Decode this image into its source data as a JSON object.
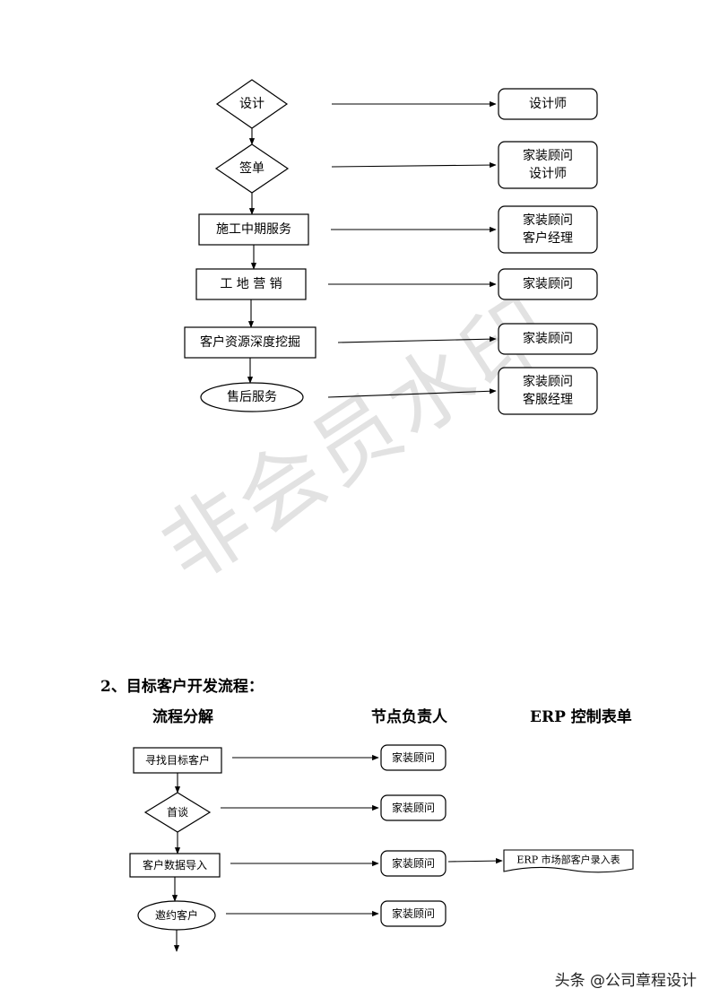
{
  "flow1": {
    "steps": [
      {
        "label": "设计",
        "shape": "diamond",
        "responsible": [
          "设计师"
        ]
      },
      {
        "label": "签单",
        "shape": "diamond",
        "responsible": [
          "家装顾问",
          "设计师"
        ]
      },
      {
        "label": "施工中期服务",
        "shape": "rect",
        "responsible": [
          "家装顾问",
          "客户经理"
        ]
      },
      {
        "label": "工 地 营 销",
        "shape": "rect",
        "responsible": [
          "家装顾问"
        ]
      },
      {
        "label": "客户资源深度挖掘",
        "shape": "rect",
        "responsible": [
          "家装顾问"
        ]
      },
      {
        "label": "售后服务",
        "shape": "ellipse",
        "responsible": [
          "家装顾问",
          "客服经理"
        ]
      }
    ]
  },
  "section2": {
    "title": "2、目标客户开发流程：",
    "col_process": "流程分解",
    "col_owner": "节点负责人",
    "col_erp": "ERP 控制表单",
    "steps": [
      {
        "label": "寻找目标客户",
        "shape": "rect",
        "responsible": "家装顾问",
        "erp": ""
      },
      {
        "label": "首谈",
        "shape": "diamond",
        "responsible": "家装顾问",
        "erp": ""
      },
      {
        "label": "客户数据导入",
        "shape": "rect",
        "responsible": "家装顾问",
        "erp": "ERP 市场部客户录入表"
      },
      {
        "label": "邀约客户",
        "shape": "ellipse",
        "responsible": "家装顾问",
        "erp": ""
      }
    ]
  },
  "watermark": "非会员水印",
  "footer": "头条 @公司章程设计"
}
